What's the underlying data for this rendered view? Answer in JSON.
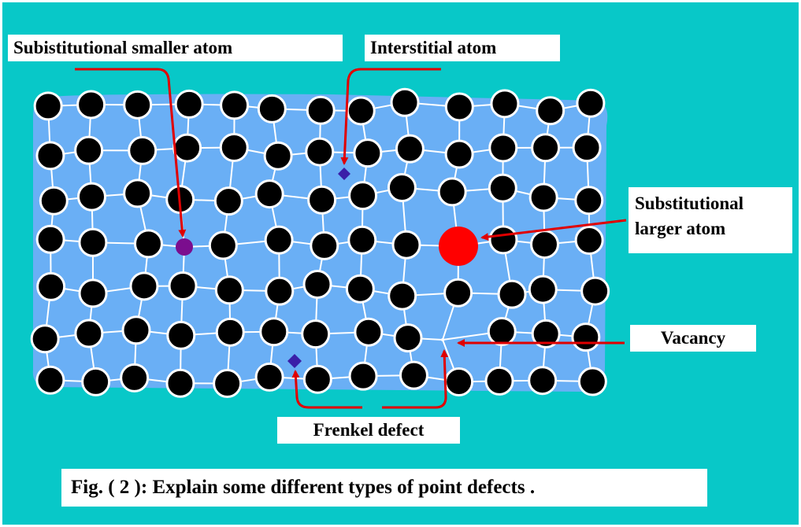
{
  "colors": {
    "background": "#08C8C8",
    "lattice_fill": "#6AAFF5",
    "lattice_lines": "#ffffff",
    "atom_fill": "#000000",
    "atom_ring": "#ffffff",
    "small_atom": "#7B0D8E",
    "interstitial_atom": "#3A1FA8",
    "large_atom": "#FF0000",
    "arrow": "#E00000",
    "label_bg": "#ffffff"
  },
  "labels": {
    "substitutional_smaller": "Subistitutional smaller atom",
    "interstitial": "Interstitial atom",
    "substitutional_larger_line1": "Substitutional",
    "substitutional_larger_line2": "larger atom",
    "vacancy": "Vacancy",
    "frenkel": "Frenkel defect"
  },
  "caption": "Fig. ( 2 ): Explain some different types of point defects .",
  "lattice": {
    "rows": 7,
    "columns": 13,
    "defects": [
      "substitutional-smaller-atom",
      "interstitial-atom",
      "substitutional-larger-atom",
      "vacancy",
      "frenkel-defect"
    ]
  }
}
